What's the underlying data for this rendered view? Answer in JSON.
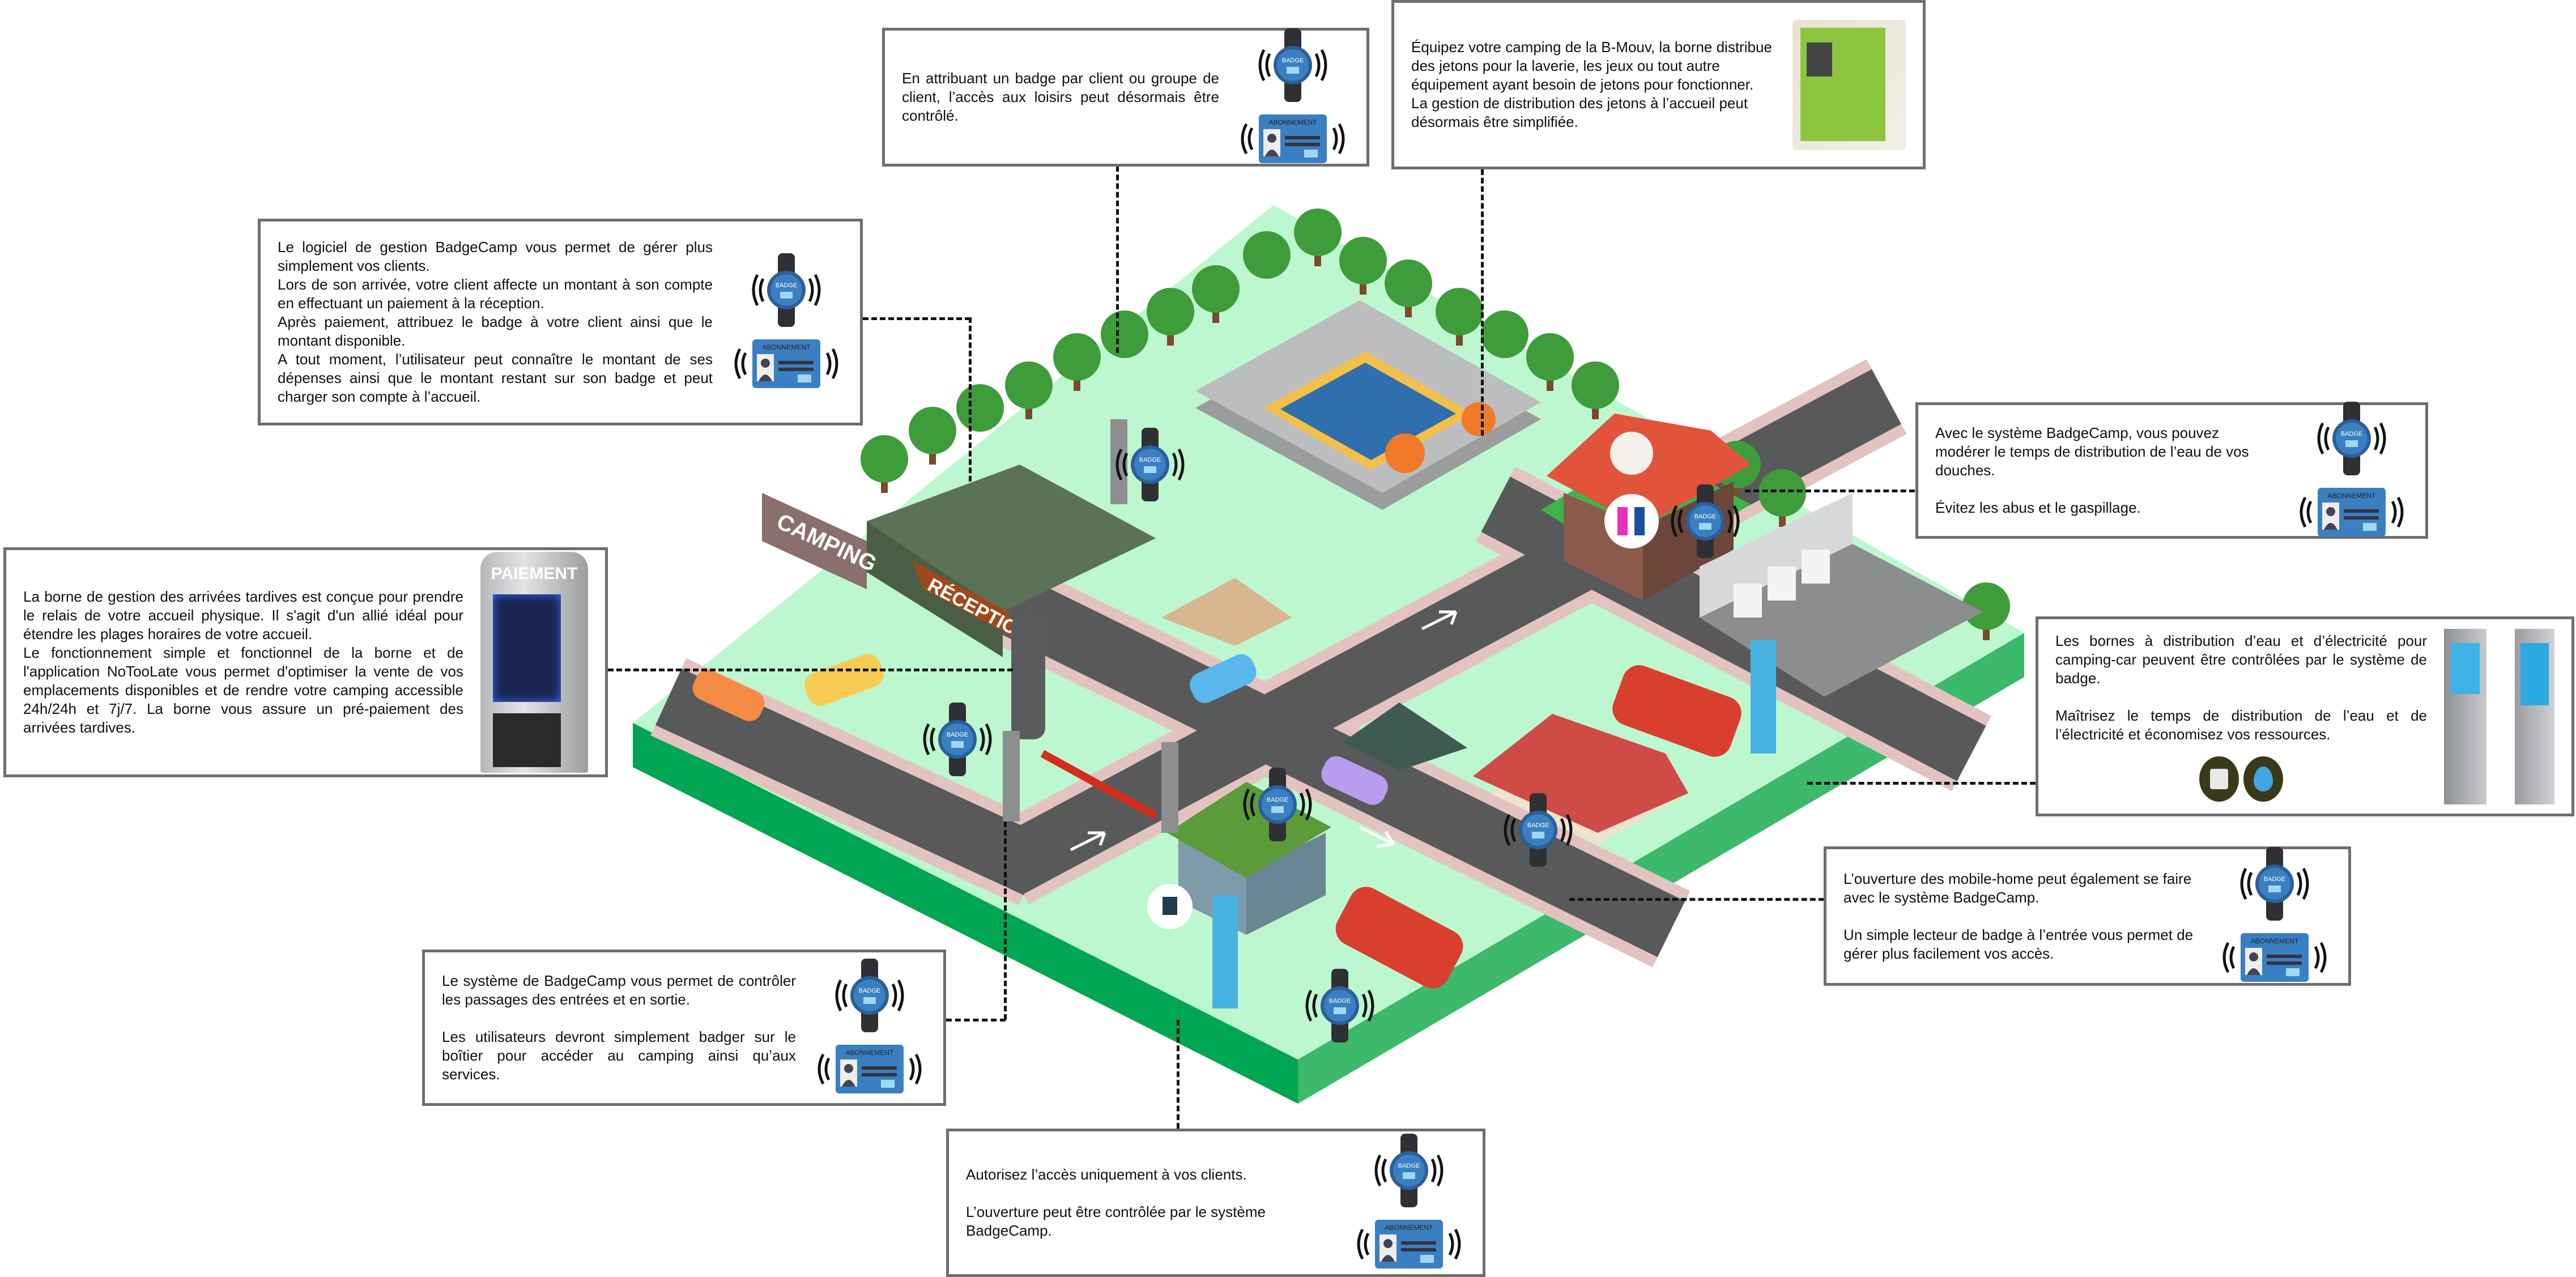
{
  "badge": {
    "watch_label": "BADGE",
    "card_label": "ABONNEMENT"
  },
  "map": {
    "camping_sign": "CAMPING",
    "reception_sign": "RÉCEPTION"
  },
  "boxes": {
    "leisure": {
      "p1": "En attribuant un badge par client ou groupe de client, l’accès aux loisirs peut désormais être contrôlé."
    },
    "bmouv": {
      "p1": "Équipez votre camping de la B-Mouv, la borne distribue des jetons pour la laverie, les jeux ou tout autre équipement ayant besoin de jetons pour fonctionner.",
      "p2": "La gestion de distribution des jetons à l’accueil peut désormais être simplifiée."
    },
    "software": {
      "p1": "Le logiciel de gestion BadgeCamp vous permet de gérer plus simplement vos clients.",
      "p2": "Lors de son arrivée, votre client affecte un montant à son compte en effectuant un paiement à la réception.",
      "p3": "Après paiement, attribuez le badge à votre client ainsi que le montant disponible.",
      "p4": "A tout moment, l’utilisateur peut connaître le montant de ses dépenses ainsi que le montant restant sur son badge et peut charger son compte à l’accueil."
    },
    "late_arrivals": {
      "p1": "La borne de gestion des arrivées tardives est conçue pour prendre le relais de votre accueil physique. Il s'agit d'un allié idéal pour étendre les plages horaires de votre accueil.",
      "p2": "Le fonctionnement simple et fonctionnel de la borne et de l'application NoTooLate vous permet d'optimiser la vente de vos emplacements disponibles et de rendre votre camping accessible 24h/24h et 7j/7. La borne vous assure un pré-paiement des arrivées tardives.",
      "kiosk_label": "PAIEMENT"
    },
    "showers": {
      "p1": "Avec le système BadgeCamp, vous pouvez modérer le temps de distribution de l’eau de vos douches.",
      "p2": "Évitez les abus et le gaspillage."
    },
    "water_power": {
      "p1": "Les bornes à distribution d’eau et d’électricité pour camping-car peuvent être contrôlées par le système de badge.",
      "p2": "Maîtrisez le temps de distribution de l’eau et de l’électricité et économisez vos ressources."
    },
    "mobile_home": {
      "p1": "L’ouverture des mobile-home peut également se faire avec le système BadgeCamp.",
      "p2": "Un simple lecteur de badge à l’entrée vous permet de gérer plus facilement vos accès."
    },
    "entrance": {
      "p1": "Le système de BadgeCamp vous permet de contrôler les passages des entrées et en sortie.",
      "p2": "Les utilisateurs devront simplement badger sur le boîtier pour accéder au camping ainsi qu’aux services."
    },
    "access": {
      "p1": "Autorisez l’accès uniquement à vos clients.",
      "p2": "L’ouverture peut être contrôlée par le système BadgeCamp."
    }
  },
  "colors": {
    "grass": "#bdf7cf",
    "ground_side": "#00a651",
    "road": "#58595b",
    "badge_blue": "#3a7fc1",
    "border": "#6d6e70"
  }
}
